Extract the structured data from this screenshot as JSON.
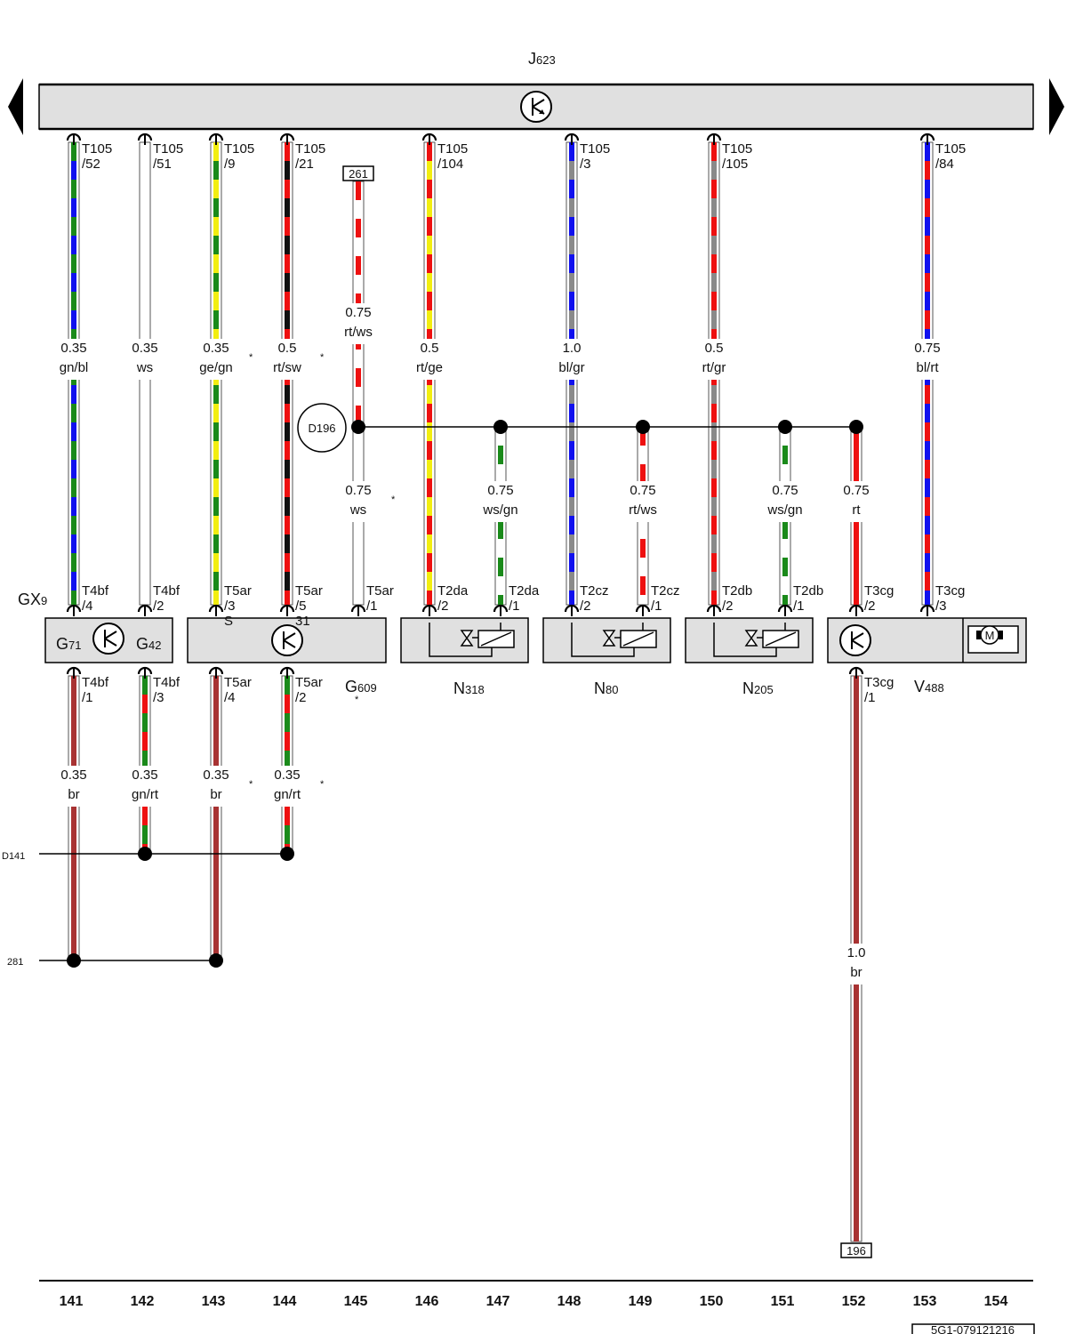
{
  "colors": {
    "gn": "#1a8a1a",
    "bl": "#1010ee",
    "ws": "#ffffff",
    "ge": "#f2ee10",
    "rt": "#ee1010",
    "sw": "#101010",
    "gr": "#8a8a8a",
    "br": "#a83232",
    "box_fill": "#e0e0e0",
    "line": "#000000"
  },
  "ecu": {
    "name": "J",
    "sub": "623"
  },
  "column_numbers": [
    "141",
    "142",
    "143",
    "144",
    "145",
    "146",
    "147",
    "148",
    "149",
    "150",
    "151",
    "152",
    "153",
    "154"
  ],
  "reference_code": "5G1-079121216",
  "splices": {
    "d196": "D196",
    "d141": "D141",
    "ground_281": "281"
  },
  "ref_boxes": {
    "top_261": "261",
    "bottom_196": "196"
  },
  "star": "*",
  "top_wires": [
    {
      "key": "w141",
      "colors": [
        "gn",
        "bl"
      ],
      "size": "0.35",
      "color_code": "gn/bl",
      "pin1": "T105",
      "pin2": "/52"
    },
    {
      "key": "w142",
      "colors": [
        "ws"
      ],
      "size": "0.35",
      "color_code": "ws",
      "pin1": "T105",
      "pin2": "/51"
    },
    {
      "key": "w143",
      "colors": [
        "ge",
        "gn"
      ],
      "size": "0.35",
      "color_code": "ge/gn",
      "pin1": "T105",
      "pin2": "/9"
    },
    {
      "key": "w144",
      "colors": [
        "rt",
        "sw"
      ],
      "size": "0.5",
      "color_code": "rt/sw",
      "pin1": "T105",
      "pin2": "/21"
    },
    {
      "key": "w145a",
      "colors": [
        "rt",
        "ws"
      ],
      "size": "0.75",
      "color_code": "rt/ws"
    },
    {
      "key": "w145b",
      "colors": [
        "ws"
      ],
      "size": "0.75",
      "color_code": "ws",
      "pin1": "T5ar",
      "pin2": "/1"
    },
    {
      "key": "w146",
      "colors": [
        "rt",
        "ge"
      ],
      "size": "0.5",
      "color_code": "rt/ge",
      "pin1": "T105",
      "pin2": "/104"
    },
    {
      "key": "w148",
      "colors": [
        "bl",
        "gr"
      ],
      "size": "1.0",
      "color_code": "bl/gr",
      "pin1": "T105",
      "pin2": "/3"
    },
    {
      "key": "w150",
      "colors": [
        "rt",
        "gr"
      ],
      "size": "0.5",
      "color_code": "rt/gr",
      "pin1": "T105",
      "pin2": "/105"
    },
    {
      "key": "w153",
      "colors": [
        "bl",
        "rt"
      ],
      "size": "0.75",
      "color_code": "bl/rt",
      "pin1": "T105",
      "pin2": "/84"
    }
  ],
  "device_pins": {
    "p141": {
      "pin1": "T4bf",
      "pin2": "/4"
    },
    "p142": {
      "pin1": "T4bf",
      "pin2": "/2"
    },
    "p143": {
      "pin1": "T5ar",
      "pin2": "/3",
      "pin3": "S"
    },
    "p144": {
      "pin1": "T5ar",
      "pin2": "/5",
      "pin3": "31"
    },
    "p146": {
      "pin1": "T2da",
      "pin2": "/2"
    },
    "p147": {
      "pin1": "T2da",
      "pin2": "/1"
    },
    "p148": {
      "pin1": "T2cz",
      "pin2": "/2"
    },
    "p149": {
      "pin1": "T2cz",
      "pin2": "/1"
    },
    "p150": {
      "pin1": "T2db",
      "pin2": "/2"
    },
    "p151": {
      "pin1": "T2db",
      "pin2": "/1"
    },
    "p152": {
      "pin1": "T3cg",
      "pin2": "/2"
    },
    "p153": {
      "pin1": "T3cg",
      "pin2": "/3"
    }
  },
  "splice_wires": [
    {
      "key": "s147",
      "colors": [
        "ws",
        "gn"
      ],
      "size": "0.75",
      "color_code": "ws/gn"
    },
    {
      "key": "s149",
      "colors": [
        "rt",
        "ws"
      ],
      "size": "0.75",
      "color_code": "rt/ws"
    },
    {
      "key": "s151",
      "colors": [
        "ws",
        "gn"
      ],
      "size": "0.75",
      "color_code": "ws/gn"
    },
    {
      "key": "s152",
      "colors": [
        "rt"
      ],
      "size": "0.75",
      "color_code": "rt"
    }
  ],
  "components": {
    "gx9": {
      "name": "GX",
      "sub": "9"
    },
    "g71": {
      "name": "G",
      "sub": "71"
    },
    "g42": {
      "name": "G",
      "sub": "42"
    },
    "g609": {
      "name": "G",
      "sub": "609"
    },
    "n318": {
      "name": "N",
      "sub": "318"
    },
    "n80": {
      "name": "N",
      "sub": "80"
    },
    "n205": {
      "name": "N",
      "sub": "205"
    },
    "v488": {
      "name": "V",
      "sub": "488"
    },
    "motor": "M"
  },
  "bottom_wires": [
    {
      "key": "b141",
      "colors": [
        "br"
      ],
      "size": "0.35",
      "color_code": "br",
      "pin1": "T4bf",
      "pin2": "/1"
    },
    {
      "key": "b142",
      "colors": [
        "gn",
        "rt"
      ],
      "size": "0.35",
      "color_code": "gn/rt",
      "pin1": "T4bf",
      "pin2": "/3"
    },
    {
      "key": "b143",
      "colors": [
        "br"
      ],
      "size": "0.35",
      "color_code": "br",
      "pin1": "T5ar",
      "pin2": "/4"
    },
    {
      "key": "b144",
      "colors": [
        "gn",
        "rt"
      ],
      "size": "0.35",
      "color_code": "gn/rt",
      "pin1": "T5ar",
      "pin2": "/2"
    },
    {
      "key": "b152",
      "colors": [
        "br"
      ],
      "size": "1.0",
      "color_code": "br",
      "pin1": "T3cg",
      "pin2": "/1"
    }
  ]
}
